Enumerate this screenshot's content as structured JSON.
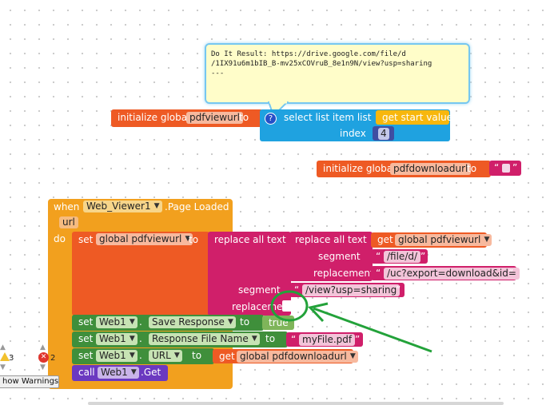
{
  "tooltip": {
    "text": "Do It Result: https://drive.google.com/file/d\n/1IX91u6m1bIB_B-mv25xCOVruB_8e1n9N/view?usp=sharing\n---"
  },
  "init1": {
    "label": "initialize global",
    "var": "pdfviewurl",
    "to": "to",
    "select_label": "select list item  list",
    "get_start": "get start value",
    "index_label": "index",
    "index_value": "4",
    "info_glyph": "?"
  },
  "init2": {
    "label": "initialize global",
    "var": "pdfdownloadurl",
    "to": "to",
    "empty_string": " "
  },
  "event": {
    "when": "when",
    "component": "Web_Viewer1",
    "event_name": ".Page Loaded",
    "param": "url",
    "do": "do"
  },
  "set1": {
    "set": "set",
    "var": "global pdfviewurl",
    "to": "to",
    "replace_outer": "replace all text",
    "replace_inner": "replace all text",
    "get": "get",
    "get_var": "global pdfviewurl",
    "segment_label": "segment",
    "segment1": "/file/d/",
    "replacement_label": "replacement",
    "replacement1": "/uc?export=download&id=",
    "segment2": "/view?usp=sharing",
    "replacement_outer_label": "replacement"
  },
  "set2": {
    "set": "set",
    "component": "Web1",
    "prop": "Save Response",
    "to": "to",
    "value": "true"
  },
  "set3": {
    "set": "set",
    "component": "Web1",
    "prop": "Response File Name",
    "to": "to",
    "value": "myFile.pdf"
  },
  "set4": {
    "set": "set",
    "component": "Web1",
    "prop": "URL",
    "to": "to",
    "get": "get",
    "get_var": "global pdfdownloadurl"
  },
  "call": {
    "call": "call",
    "component": "Web1",
    "method": ".Get"
  },
  "warnings": {
    "warn_count": "3",
    "error_count": "2",
    "show_warnings_label": "how Warnings"
  },
  "colors": {
    "variable_orange": "#ee5a24",
    "list_blue": "#1fa2e0",
    "text_magenta": "#d01f6a",
    "component_green": "#3f8f3b",
    "method_purple": "#6b39c0",
    "event_amber": "#f2a01e",
    "annotation_green": "#23a23a"
  }
}
